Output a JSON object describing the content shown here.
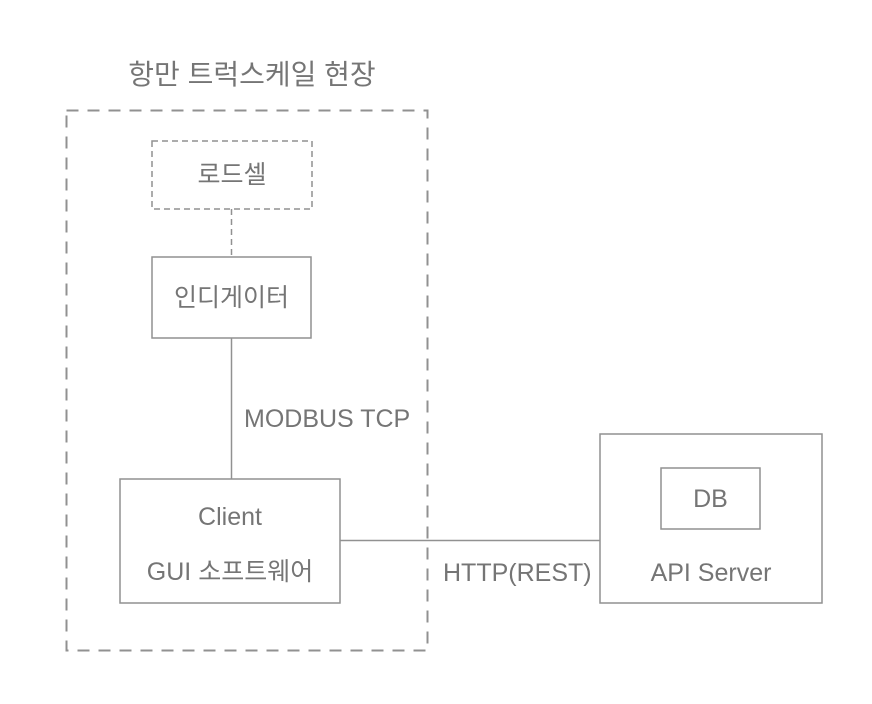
{
  "diagram": {
    "title": "항만 트럭스케일 현장",
    "groups": {
      "site": {
        "label": "항만 트럭스케일 현장",
        "style": "dashed-boundary"
      }
    },
    "nodes": {
      "loadcell": {
        "label": "로드셀",
        "style": "dashed-box"
      },
      "indicator": {
        "label": "인디게이터",
        "style": "solid-box"
      },
      "client": {
        "line1": "Client",
        "line2": "GUI 소프트웨어",
        "style": "solid-box"
      },
      "api_server": {
        "label": "API Server",
        "style": "solid-box"
      },
      "db": {
        "label": "DB",
        "style": "solid-box",
        "parent": "api_server"
      }
    },
    "edges": {
      "loadcell_to_indicator": {
        "from": "loadcell",
        "to": "indicator",
        "label": "",
        "style": "dashed"
      },
      "indicator_to_client": {
        "from": "indicator",
        "to": "client",
        "label": "MODBUS TCP",
        "style": "solid"
      },
      "client_to_api": {
        "from": "client",
        "to": "api_server",
        "label": "HTTP(REST)",
        "style": "solid"
      }
    },
    "colors": {
      "stroke": "#919191",
      "text": "#757575",
      "background": "#ffffff"
    }
  }
}
